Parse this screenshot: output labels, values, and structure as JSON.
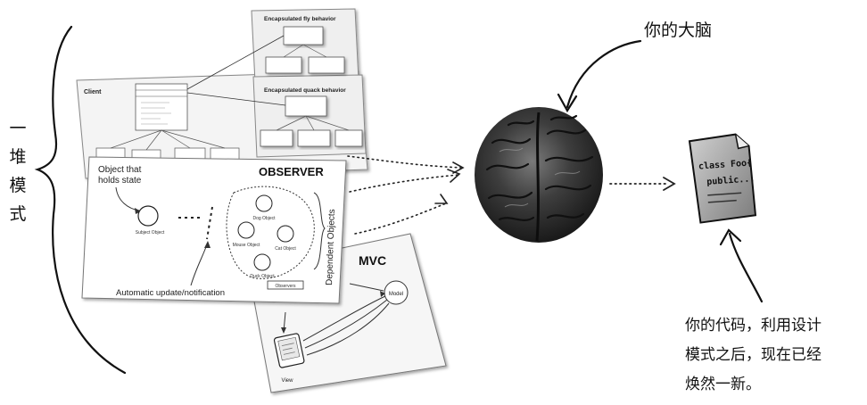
{
  "left_brace_label": [
    "一",
    "堆",
    "模",
    "式"
  ],
  "brain_label": "你的大脑",
  "code_label_lines": [
    "你的代码，利用设计",
    "模式之后，现在已经",
    "焕然一新。"
  ],
  "code_doc_lines": [
    "class Foo{",
    "public..."
  ],
  "strategy": {
    "client": "Client",
    "top_title": "Encapsulated fly behavior",
    "mid_title": "Encapsulated quack behavior"
  },
  "observer": {
    "title": "OBSERVER",
    "holds_state": [
      "Object that",
      "holds state"
    ],
    "dependents": "Dependent Objects",
    "auto_update": "Automatic update/notification",
    "subject_label": "Subject Object",
    "observers_label": "Observers",
    "dog": "Dog Object",
    "cat": "Cat Object",
    "duck": "Duck Object",
    "mouse": "Mouse Object"
  },
  "mvc": {
    "title": "MVC",
    "model": "Model",
    "view": "View"
  }
}
